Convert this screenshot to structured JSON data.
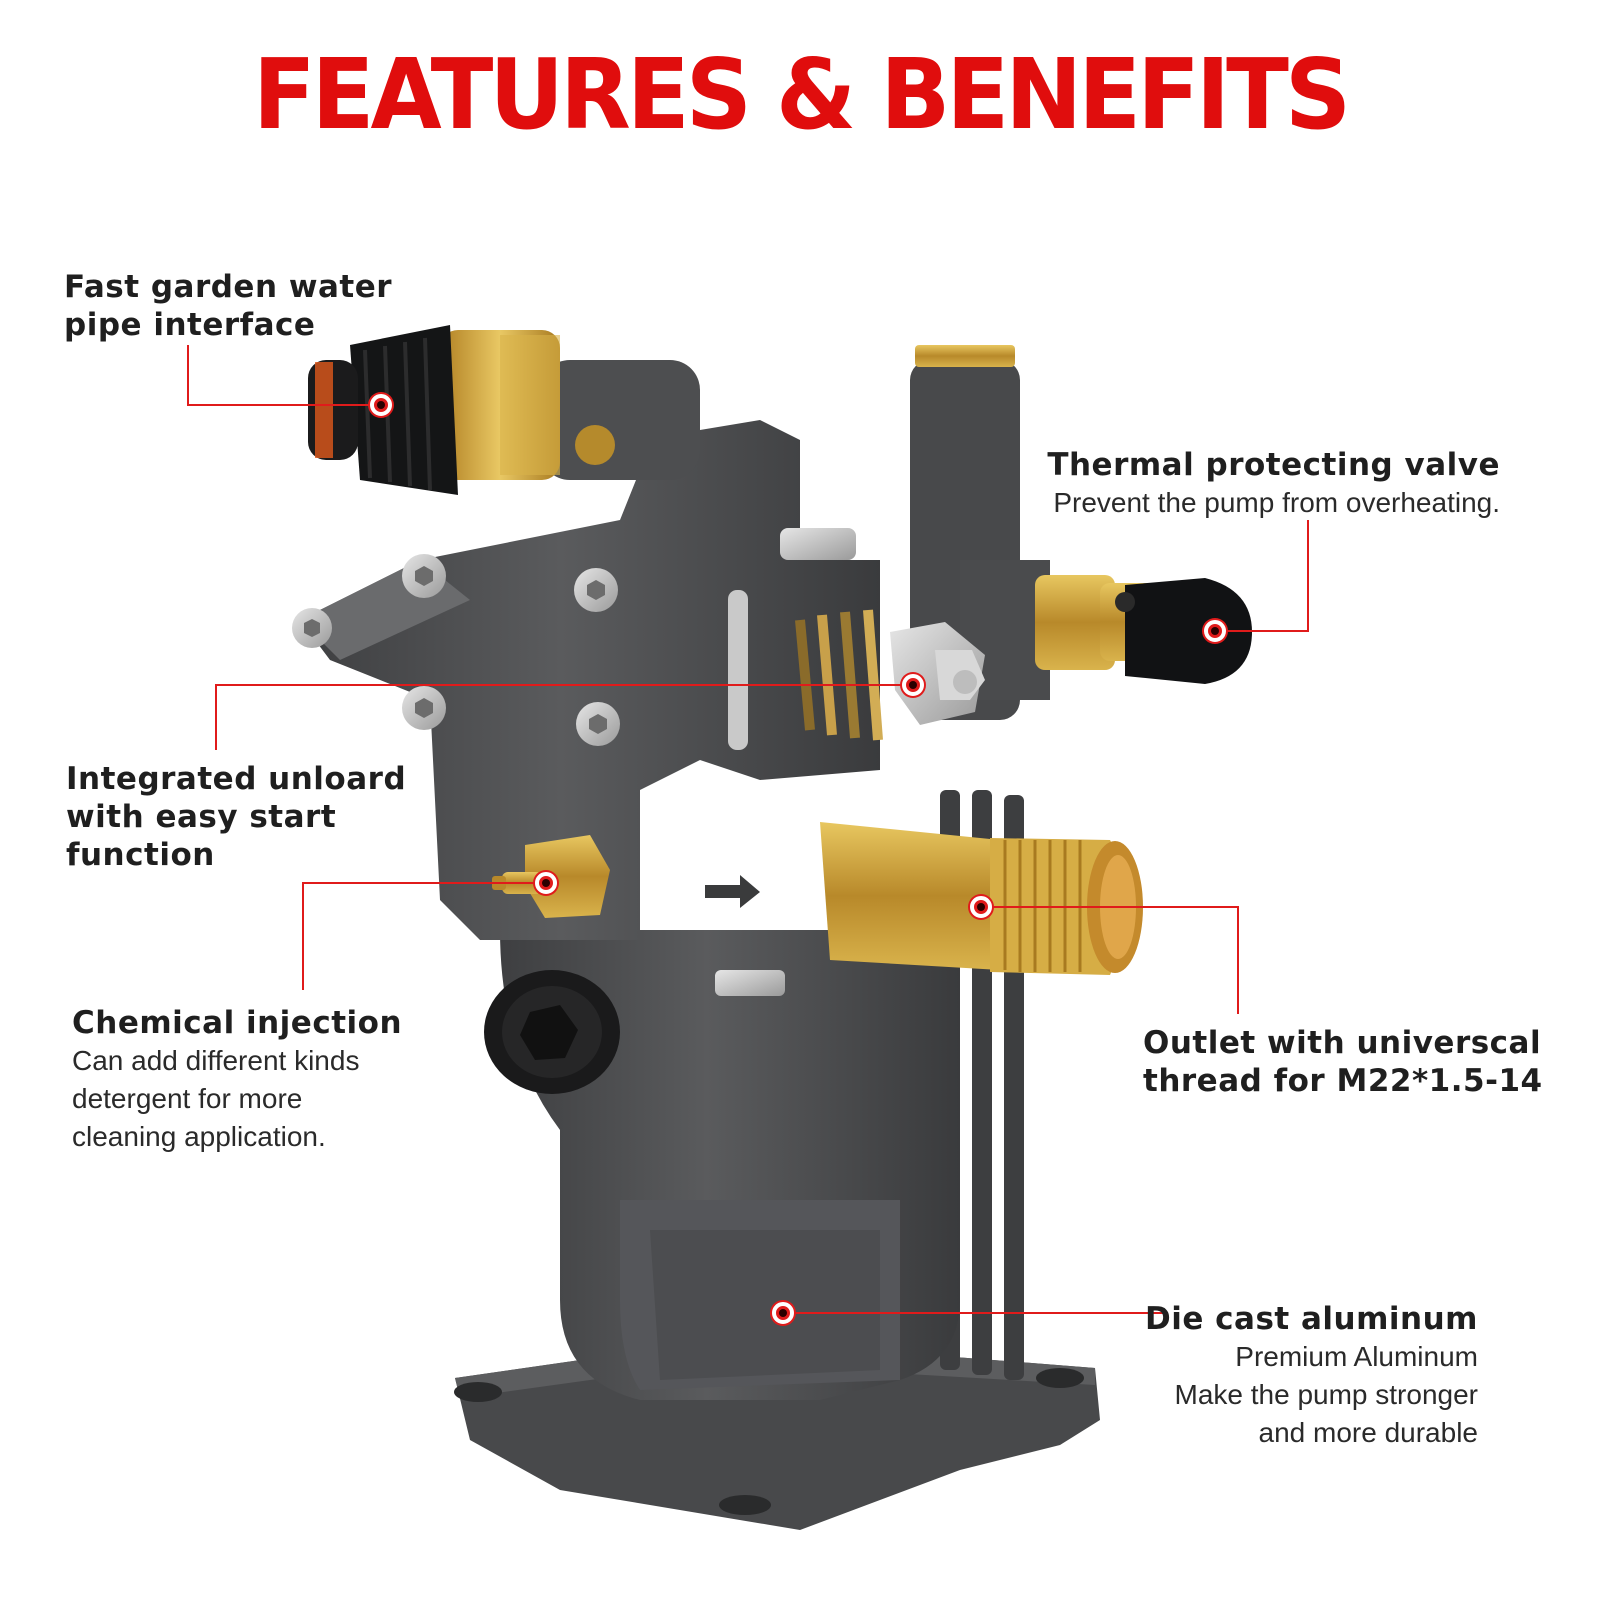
{
  "title": "FEATURES & BENEFITS",
  "features": {
    "garden_pipe": {
      "heading_1": "Fast garden water",
      "heading_2": "pipe interface"
    },
    "thermal_valve": {
      "heading": "Thermal protecting valve",
      "desc": "Prevent the pump from overheating."
    },
    "unloader": {
      "heading_1": "Integrated unloard",
      "heading_2": "with easy start",
      "heading_3": "function"
    },
    "chemical": {
      "heading": "Chemical injection",
      "desc_1": "Can add different kinds",
      "desc_2": "detergent for more",
      "desc_3": "cleaning application."
    },
    "outlet": {
      "heading_1": "Outlet with universcal",
      "heading_2": "thread for M22*1.5-14"
    },
    "aluminum": {
      "heading": "Die cast aluminum",
      "desc_1": "Premium Aluminum",
      "desc_2": "Make the pump stronger",
      "desc_3": "and more durable"
    }
  },
  "colors": {
    "accent": "#e01b1b",
    "title": "#e00d0d",
    "pump_body": "#4b4c4e",
    "brass": "#c9a23c"
  },
  "image": {
    "subject": "pressure washer pump"
  }
}
